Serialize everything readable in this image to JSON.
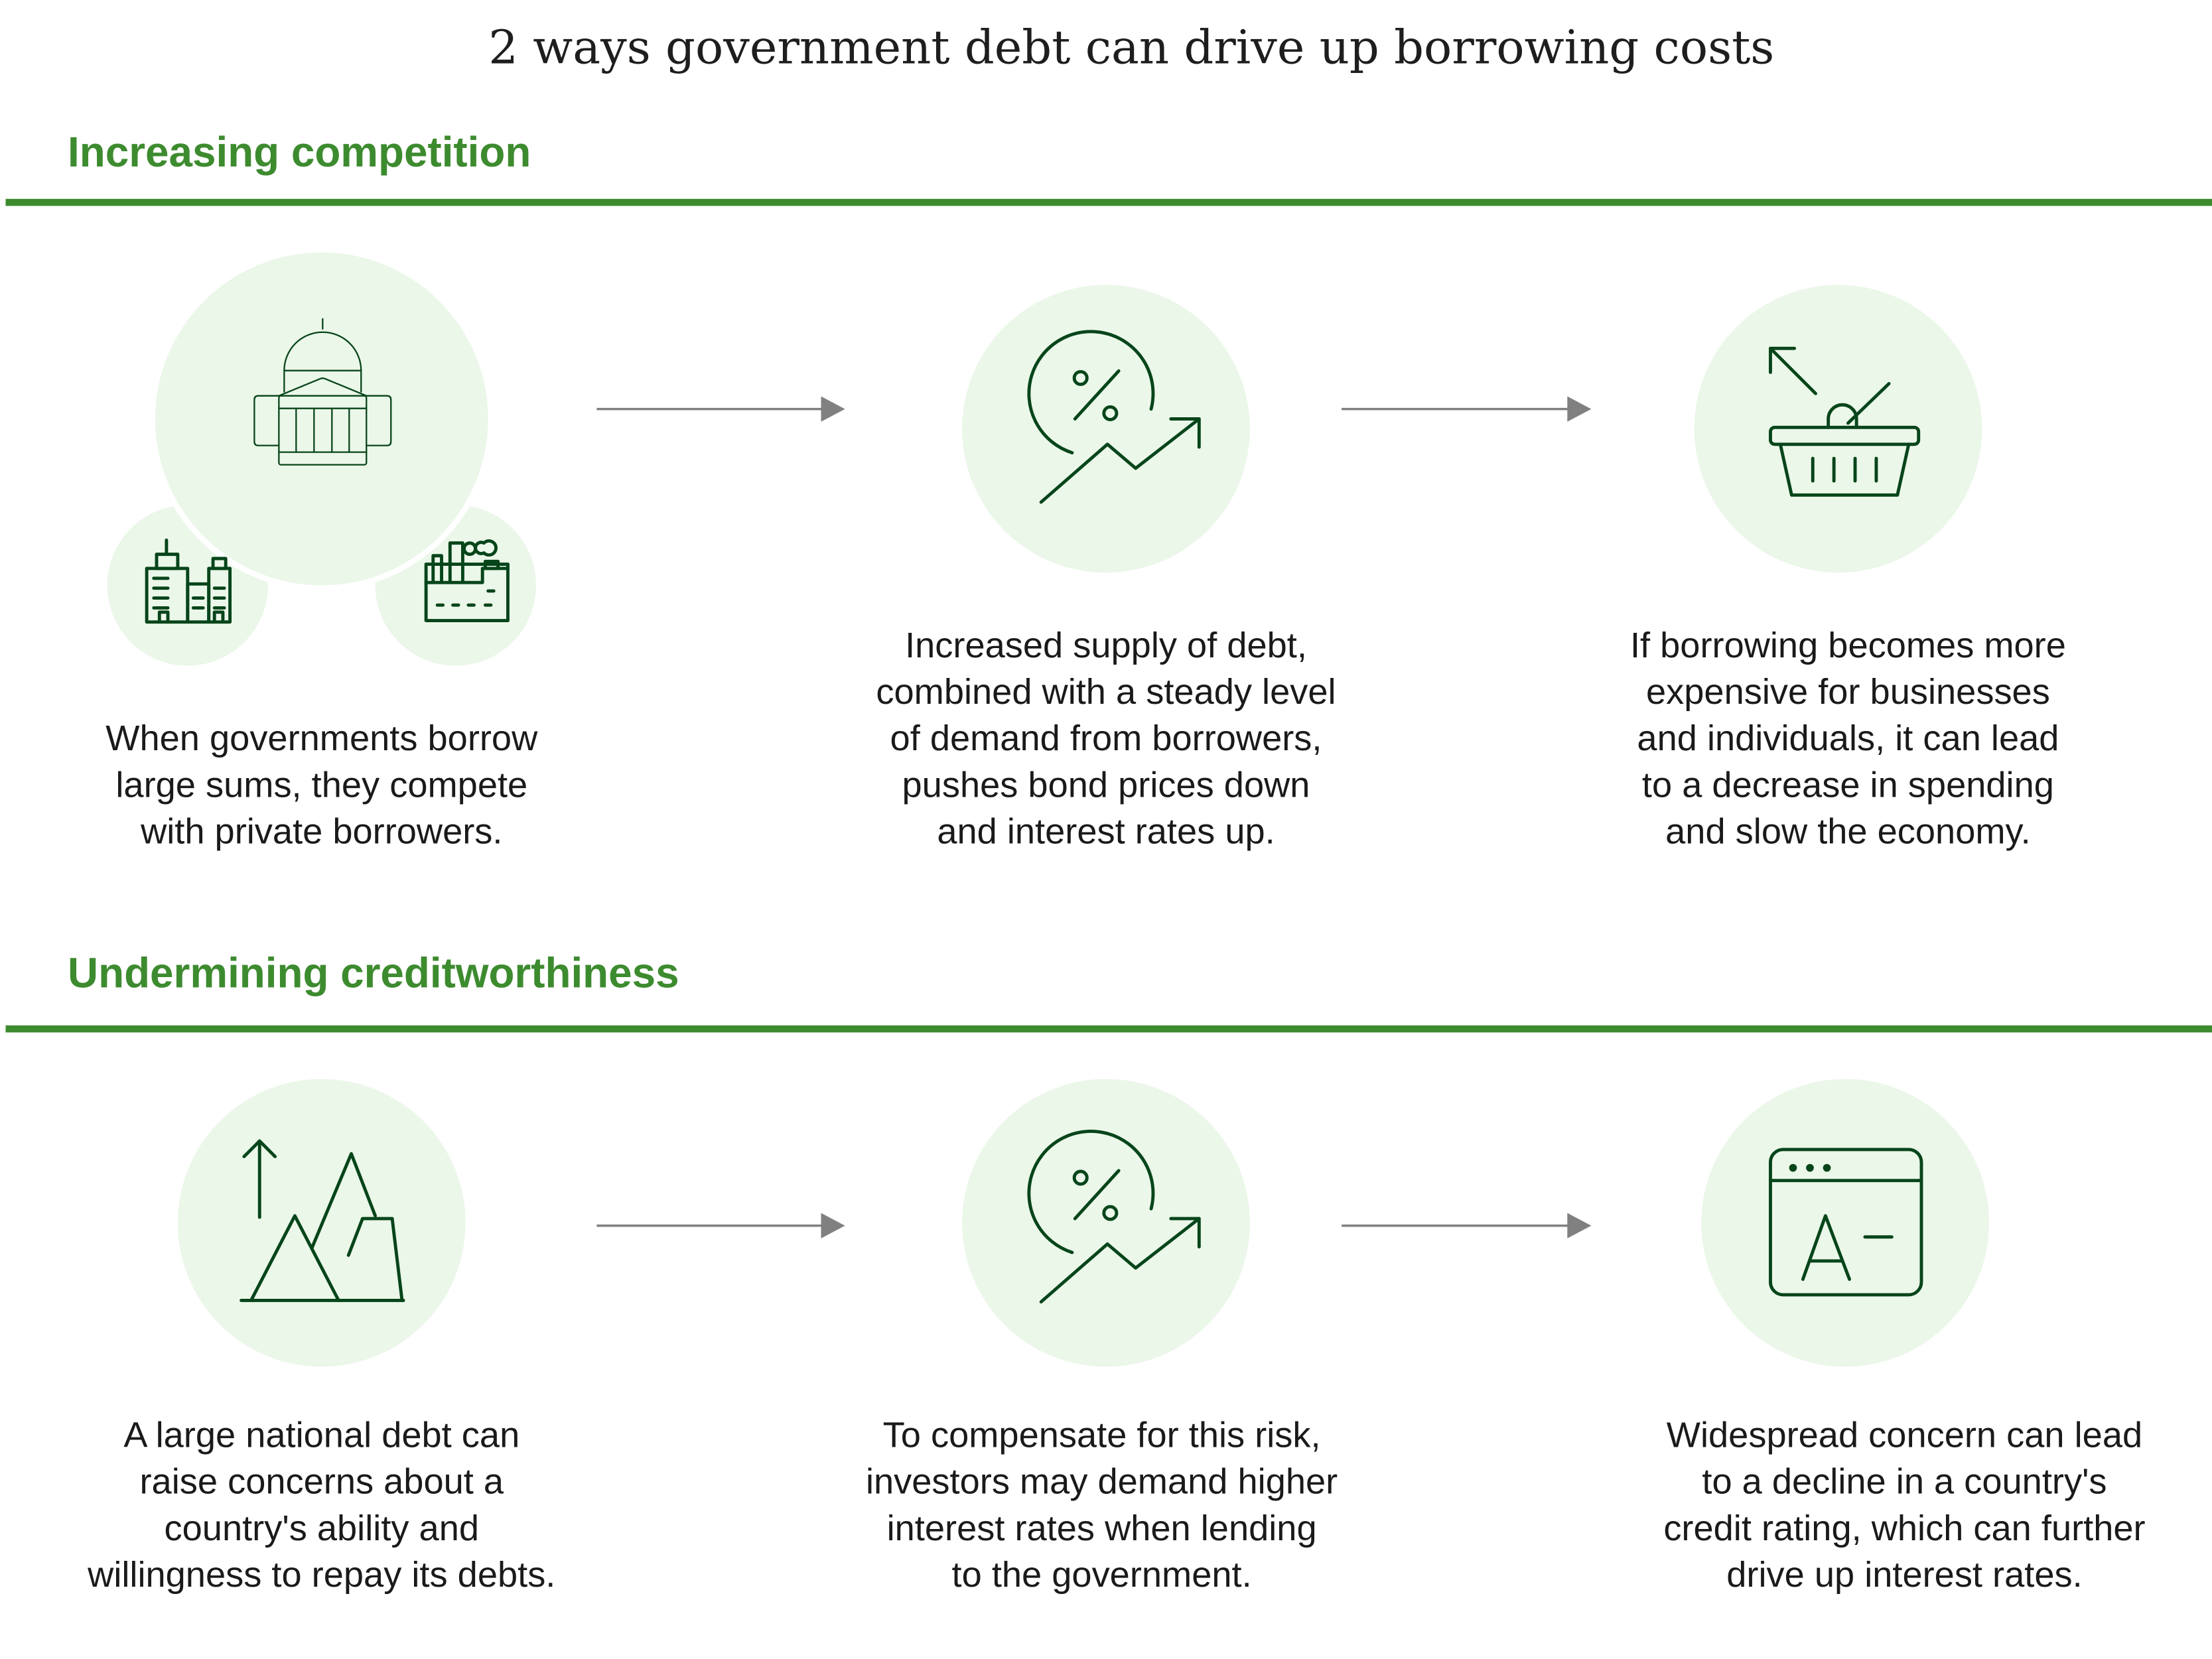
{
  "title": "2 ways government debt can drive up borrowing costs",
  "colors": {
    "accent": "#3d8b2f",
    "circle_fill": "#ebf7e9",
    "icon_stroke": "#07451a",
    "arrow": "#808080"
  },
  "sections": [
    {
      "heading": "Increasing competition",
      "steps": [
        {
          "icon": "capitol-building-icon",
          "lines": [
            "When governments borrow",
            "large sums, they compete",
            "with private borrowers."
          ]
        },
        {
          "icon": "percent-trend-up-icon",
          "lines": [
            "Increased supply of debt,",
            "combined with a steady level",
            "of demand from borrowers,",
            "pushes bond prices down",
            "and interest rates up."
          ]
        },
        {
          "icon": "shopping-basket-icon",
          "lines": [
            "If borrowing becomes more",
            "expensive for businesses",
            "and individuals, it can lead",
            "to a decrease in spending",
            "and slow the economy."
          ]
        }
      ]
    },
    {
      "heading": "Undermining creditworthiness",
      "steps": [
        {
          "icon": "mountains-arrow-up-icon",
          "lines": [
            "A large national debt can",
            "raise concerns about a",
            "country's ability and",
            "willingness to repay its debts."
          ]
        },
        {
          "icon": "percent-trend-up-icon",
          "lines": [
            "To compensate for this risk,",
            "investors may demand higher",
            "interest rates when lending",
            "to the government."
          ]
        },
        {
          "icon": "credit-rating-a-minus-icon",
          "lines": [
            "Widespread concern can lead",
            "to a decline in a country's",
            "credit rating, which can further",
            "drive up interest rates."
          ]
        }
      ]
    }
  ]
}
